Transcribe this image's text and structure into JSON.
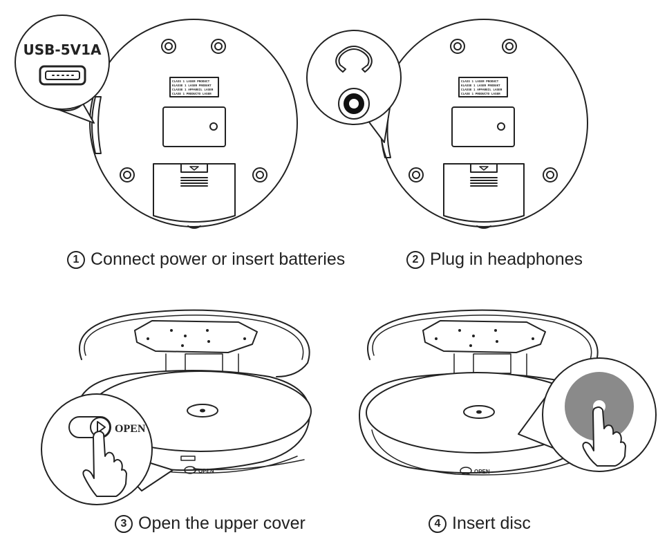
{
  "steps": [
    {
      "number": "1",
      "caption": "Connect power or insert batteries",
      "callout_label": "USB-5V1A"
    },
    {
      "number": "2",
      "caption": "Plug in headphones"
    },
    {
      "number": "3",
      "caption": "Open the upper cover",
      "button_label": "OPEN"
    },
    {
      "number": "4",
      "caption": "Insert disc"
    }
  ],
  "device": {
    "laser_label_lines": [
      "CLASS 1 LASER PRODUCT",
      "KLASSE 1 LASER PRODUKT",
      "CLASSE 1 APPAREIL LASER",
      "CLASE 1 PRODUCTO LASER"
    ],
    "open_button_label": "OPEN"
  },
  "colors": {
    "line": "#222222",
    "disc": "#8a8a8a",
    "background": "#ffffff"
  },
  "icons": [
    "usb-port-icon",
    "headphone-icon",
    "headphone-jack-icon",
    "hand-pointer-icon",
    "play-triangle-icon",
    "disc-icon"
  ]
}
